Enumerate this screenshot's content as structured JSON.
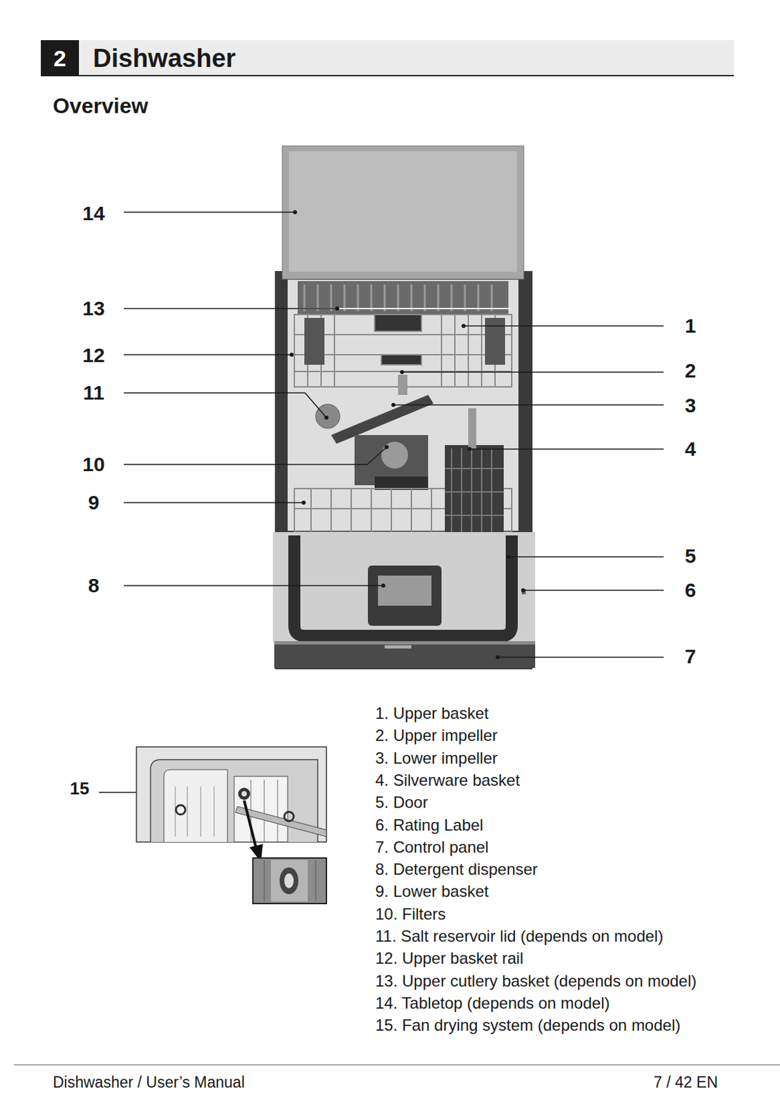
{
  "diagram": {
    "title": "Dishwasher",
    "nodes": [
      {
        "text": [
          "2"
        ]
      }
    ],
    "labels": [
      "Overview",
      "14",
      "13",
      "12",
      "11",
      "10",
      "9",
      "8",
      "1",
      "2",
      "3",
      "4",
      "5",
      "6",
      "7",
      "15",
      "1. Upper basket",
      "2. Upper impeller",
      "3. Lower impeller",
      "4. Silverware basket",
      "5. Door",
      "6. Rating Label",
      "7. Control panel",
      "8. Detergent dispenser",
      "9. Lower basket",
      "10. Filters",
      "11. Salt reservoir lid (depends on model)",
      "12. Upper basket rail",
      "13. Upper cutlery basket (depends on model)",
      "14. Tabletop (depends on model)",
      "15. Fan drying system (depends on model)",
      "Dishwasher / User’s Manual",
      "7 / 42 EN"
    ]
  }
}
